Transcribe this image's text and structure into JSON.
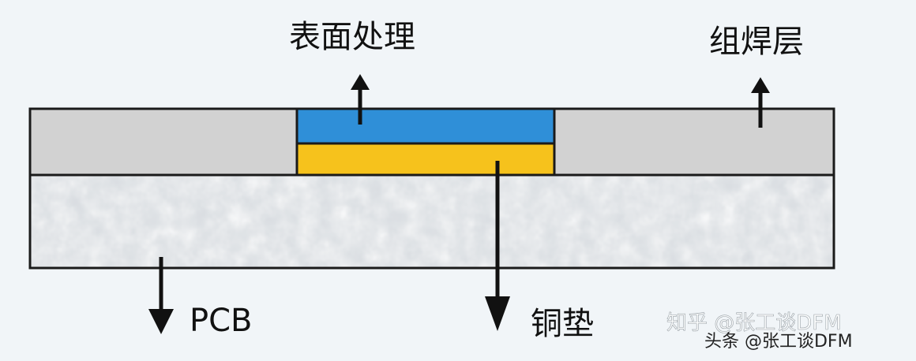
{
  "labels": {
    "surface_finish": "表面处理",
    "solder_mask": "组焊层",
    "pcb": "PCB",
    "copper_pad": "铜垫"
  },
  "watermarks": {
    "zhihu": "知乎 @张工谈DFM",
    "toutiao": "头条 @张工谈DFM"
  },
  "colors": {
    "background": "#f1f5f8",
    "solder_mask": "#d2d2d2",
    "surface_finish": "#2f8fd8",
    "copper_pad": "#f6c21c",
    "pcb": "#d9dde1",
    "outline": "#1a1a1a"
  }
}
